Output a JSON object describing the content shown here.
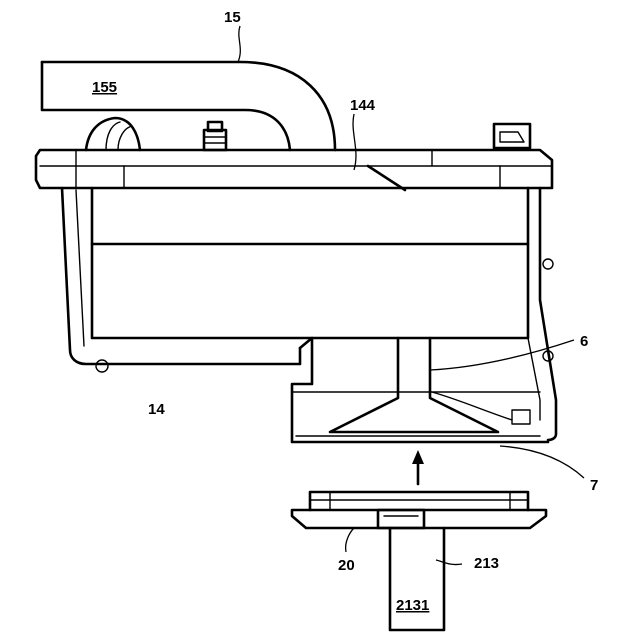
{
  "figure": {
    "labels": {
      "l15": "15",
      "l155": "155",
      "l144": "144",
      "l14": "14",
      "l6": "6",
      "l7": "7",
      "l20": "20",
      "l213": "213",
      "l2131": "2131"
    }
  }
}
